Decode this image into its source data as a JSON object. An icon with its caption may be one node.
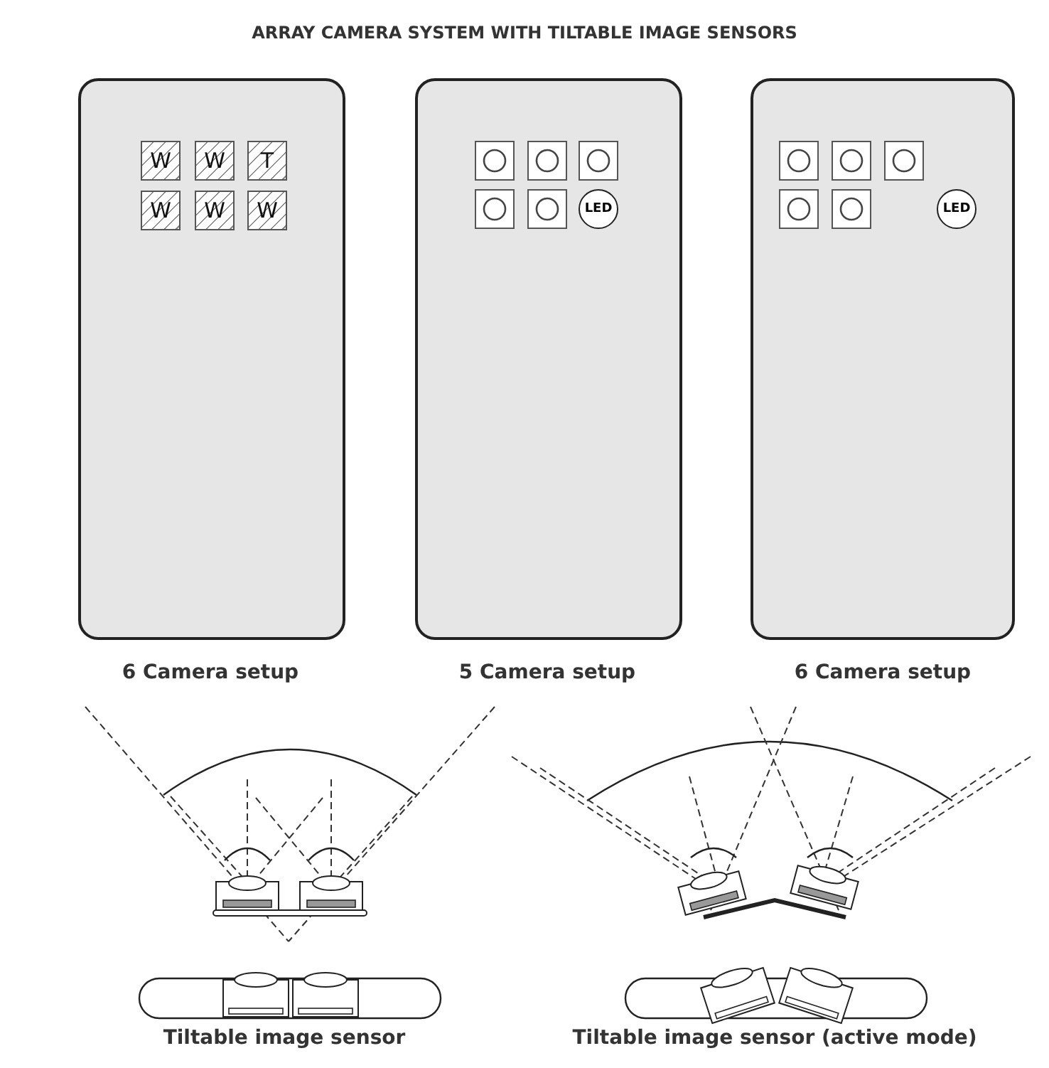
{
  "diagram": {
    "title": "ARRAY CAMERA SYSTEM WITH TILTABLE IMAGE SENSORS",
    "nodes": [
      {
        "text": [],
        "shape": "box",
        "beside": [
          "6 Camera setup"
        ]
      },
      {
        "text": [
          "W"
        ],
        "in": 0
      },
      {
        "text": [
          "W"
        ],
        "in": 0
      },
      {
        "text": [
          "T"
        ],
        "in": 0
      },
      {
        "text": [
          "W"
        ],
        "in": 0
      },
      {
        "text": [
          "W"
        ],
        "in": 0
      },
      {
        "text": [
          "W"
        ],
        "in": 0
      },
      {
        "text": [],
        "shape": "box",
        "beside": [
          "5 Camera setup"
        ]
      },
      {
        "text": [],
        "shape": "box",
        "in": 7
      },
      {
        "text": [],
        "shape": "box",
        "in": 7
      },
      {
        "text": [],
        "shape": "box",
        "in": 7
      },
      {
        "text": [],
        "shape": "box",
        "in": 7
      },
      {
        "text": [],
        "shape": "box",
        "in": 7
      },
      {
        "text": [
          "LED"
        ],
        "in": 7
      },
      {
        "text": [],
        "shape": "box",
        "beside": [
          "6 Camera setup"
        ]
      },
      {
        "text": [],
        "shape": "box",
        "in": 14
      },
      {
        "text": [],
        "shape": "box",
        "in": 14
      },
      {
        "text": [],
        "shape": "box",
        "in": 14
      },
      {
        "text": [],
        "shape": "box",
        "in": 14
      },
      {
        "text": [],
        "shape": "box",
        "in": 14
      },
      {
        "text": [
          "LED"
        ],
        "in": 14
      }
    ],
    "labels": [
      "Tiltable image sensor",
      "Tiltable image sensor (active mode)"
    ]
  }
}
